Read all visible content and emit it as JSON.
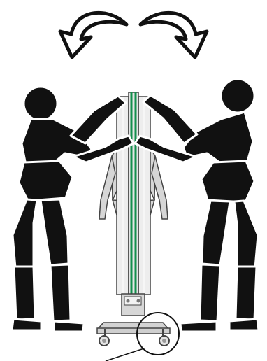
{
  "colors": {
    "figure": "#111111",
    "outline": "#ffffff",
    "frame": "#d4d4d4",
    "frame_stroke": "#444444",
    "glass_accent": "#138f4d",
    "line": "#111111"
  },
  "icons": {
    "left_arrow": "curved-arrow-left",
    "right_arrow": "curved-arrow-right",
    "left_person": "person-silhouette",
    "right_person": "person-silhouette",
    "cart": "folding-cart",
    "callout": "detail-callout-circle"
  }
}
